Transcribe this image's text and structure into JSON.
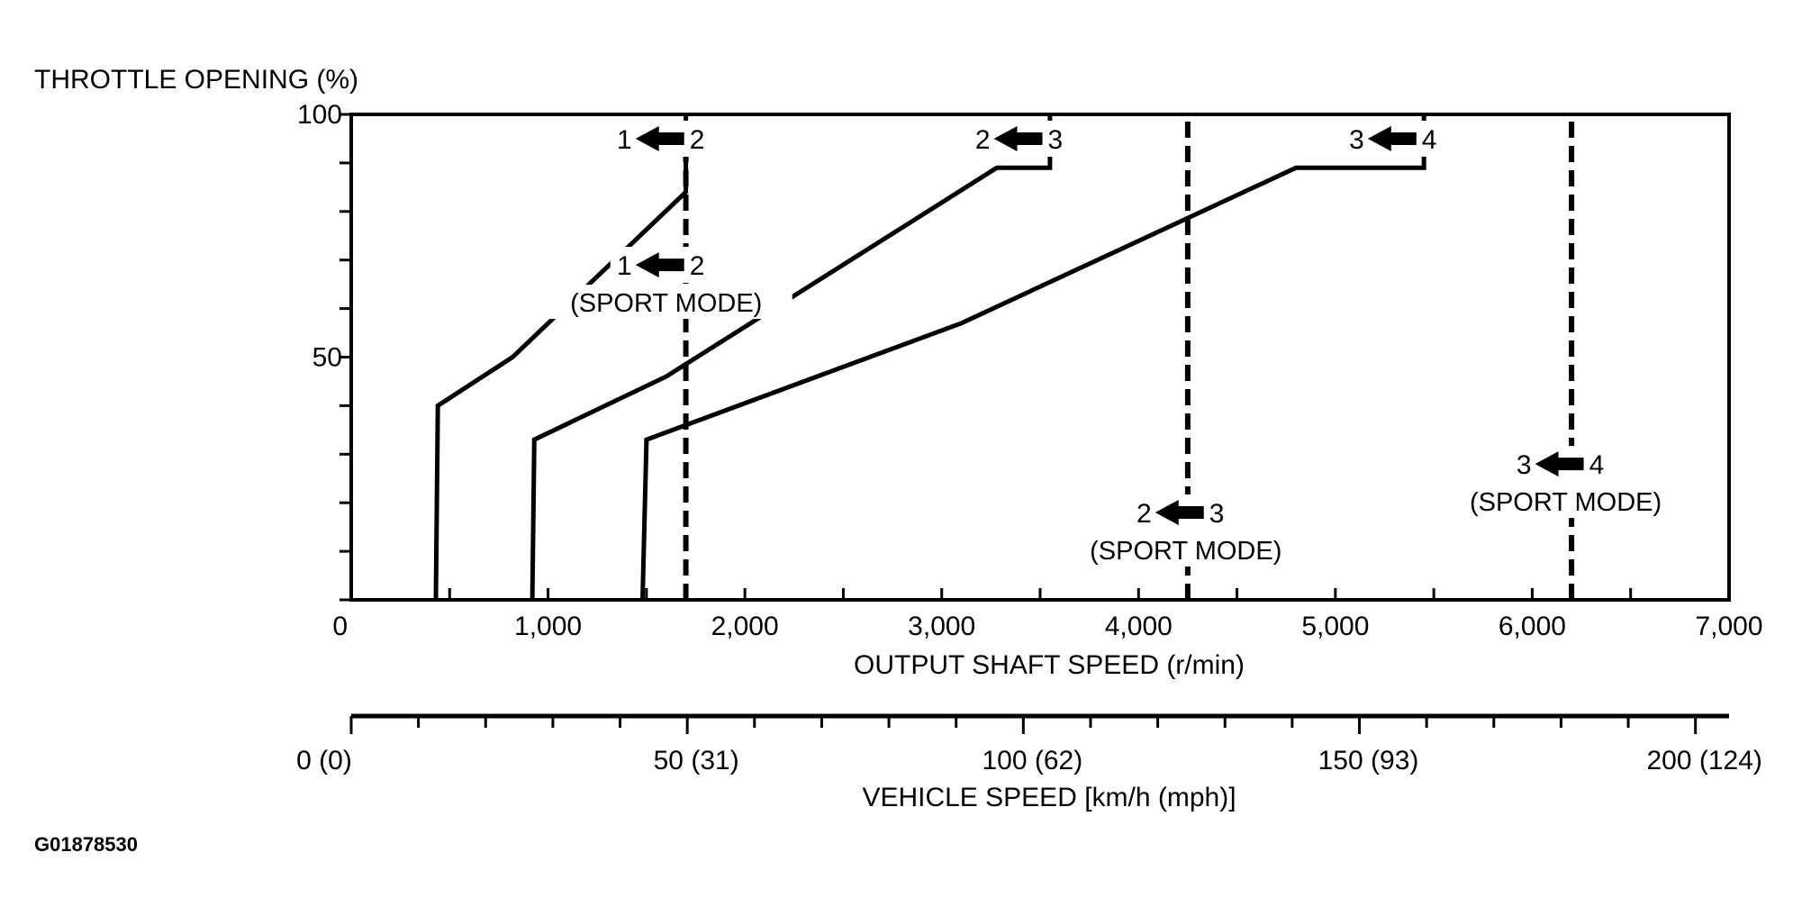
{
  "chart_data": {
    "type": "line",
    "ylabel": "THROTTLE OPENING (%)",
    "xlabel": "OUTPUT SHAFT SPEED (r/min)",
    "x2label": "VEHICLE SPEED [km/h (mph)]",
    "xlim": [
      0,
      7000
    ],
    "ylim": [
      0,
      100
    ],
    "x_ticks": [
      {
        "value": 0,
        "label": "0"
      },
      {
        "value": 1000,
        "label": "1,000"
      },
      {
        "value": 2000,
        "label": "2,000"
      },
      {
        "value": 3000,
        "label": "3,000"
      },
      {
        "value": 4000,
        "label": "4,000"
      },
      {
        "value": 5000,
        "label": "5,000"
      },
      {
        "value": 6000,
        "label": "6,000"
      },
      {
        "value": 7000,
        "label": "7,000"
      }
    ],
    "x_minor_step": 500,
    "y_ticks": [
      {
        "value": 0,
        "label": ""
      },
      {
        "value": 50,
        "label": "50"
      },
      {
        "value": 100,
        "label": "100"
      }
    ],
    "y_minor_step": 10,
    "vehicle_speed_axis": {
      "range": [
        0,
        205
      ],
      "minor_step": 10,
      "ticks": [
        {
          "value": 0,
          "label": "0 (0)"
        },
        {
          "value": 50,
          "label": "50 (31)"
        },
        {
          "value": 100,
          "label": "100 (62)"
        },
        {
          "value": 150,
          "label": "150 (93)"
        },
        {
          "value": 200,
          "label": "200 (124)"
        }
      ]
    },
    "series": [
      {
        "style": "solid",
        "points": [
          [
            430,
            0
          ],
          [
            440,
            40
          ],
          [
            820,
            50
          ],
          [
            1700,
            84
          ],
          [
            1700,
            100
          ]
        ]
      },
      {
        "style": "solid",
        "points": [
          [
            920,
            0
          ],
          [
            930,
            33
          ],
          [
            1600,
            46
          ],
          [
            3280,
            89
          ],
          [
            3550,
            89
          ],
          [
            3550,
            100
          ]
        ]
      },
      {
        "style": "solid",
        "points": [
          [
            1480,
            0
          ],
          [
            1500,
            33
          ],
          [
            3100,
            57
          ],
          [
            4800,
            89
          ],
          [
            5450,
            89
          ],
          [
            5450,
            100
          ]
        ]
      },
      {
        "style": "dashed",
        "points": [
          [
            1700,
            0
          ],
          [
            1700,
            100
          ]
        ]
      },
      {
        "style": "dashed",
        "points": [
          [
            4250,
            0
          ],
          [
            4250,
            100
          ]
        ]
      },
      {
        "style": "dashed",
        "points": [
          [
            6200,
            0
          ],
          [
            6200,
            100
          ]
        ]
      }
    ],
    "annotations": [
      {
        "x": 1600,
        "y": 95,
        "from": "1",
        "to": "2",
        "text": ""
      },
      {
        "x": 3420,
        "y": 95,
        "from": "2",
        "to": "3",
        "text": ""
      },
      {
        "x": 5320,
        "y": 95,
        "from": "3",
        "to": "4",
        "text": ""
      },
      {
        "x": 1600,
        "y": 69,
        "from": "1",
        "to": "2",
        "text": "(SPORT MODE)"
      },
      {
        "x": 4240,
        "y": 18,
        "from": "2",
        "to": "3",
        "text": "(SPORT MODE)"
      },
      {
        "x": 6170,
        "y": 28,
        "from": "3",
        "to": "4",
        "text": "(SPORT MODE)"
      }
    ]
  },
  "figure_code": "G01878530"
}
